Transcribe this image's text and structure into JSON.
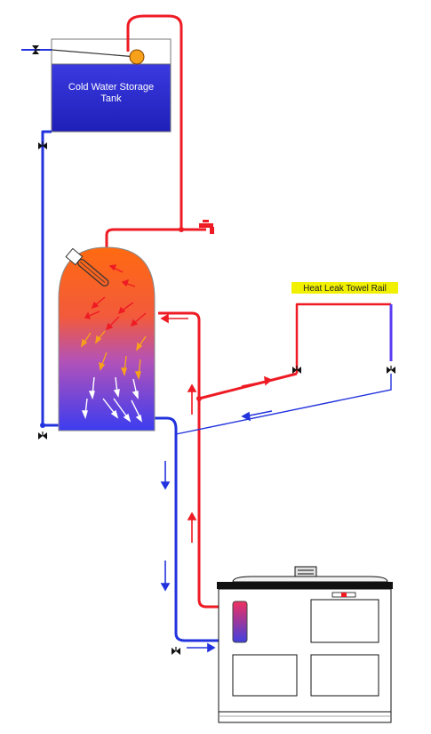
{
  "labels": {
    "tank_line1": "Cold Water Storage",
    "tank_line2": "Tank",
    "towel_rail": "Heat Leak Towel Rail"
  },
  "colors": {
    "hot_pipe": "#ee1b24",
    "cold_pipe": "#2233dd",
    "tank_water": "#2a2ad0",
    "highlight": "#f0f000",
    "float_ball": "#f7a11a"
  },
  "icons": {
    "valve": "bowtie-valve-icon",
    "tap": "tap-icon",
    "immersion_heater": "immersion-heater-icon",
    "flow_arrow": "flow-arrow-icon",
    "stove": "range-cooker-icon"
  }
}
